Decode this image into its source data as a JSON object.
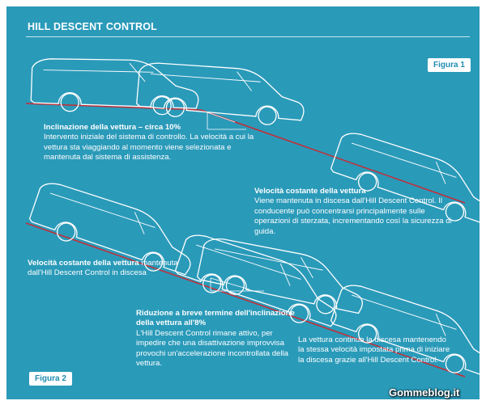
{
  "header": {
    "title": "HILL DESCENT CONTROL"
  },
  "badges": {
    "fig1": "Figura 1",
    "fig2": "Figura 2"
  },
  "captions": {
    "c1": {
      "heading": "Inclinazione della vettura – circa 10%",
      "body": "Intervento iniziale del sistema di controllo. La velocità a cui la vettura sta viaggiando al momento viene selezionata e mantenuta dal sistema di assistenza."
    },
    "c2": {
      "heading": "Velocità costante della vettura",
      "body": "Viene mantenuta in discesa dall'Hill Descent Control. Il conducente può concentrarsi principalmente sulle operazioni di sterzata, incrementando così la sicurezza di guida."
    },
    "c3": {
      "heading": "Velocità costante della vettura",
      "body_tail": "mantenuta",
      "body": "dall'Hill Descent Control in discesa"
    },
    "c4": {
      "heading": "Riduzione a breve termine dell'inclinazione della vettura all'8%",
      "body": "L'Hill Descent Control rimane attivo, per impedire che una disattivazione improvvisa provochi un'accelerazione incontrollata della vettura."
    },
    "c5": {
      "body": "La vettura continua la discesa mantenendo la stessa velocità impostata prima di iniziare la discesa grazie all'Hill Descent Control."
    }
  },
  "watermark": "Gommeblog.it",
  "colors": {
    "background": "#2a9ab9",
    "slope": "#c0303a",
    "outline": "#ffffff"
  }
}
